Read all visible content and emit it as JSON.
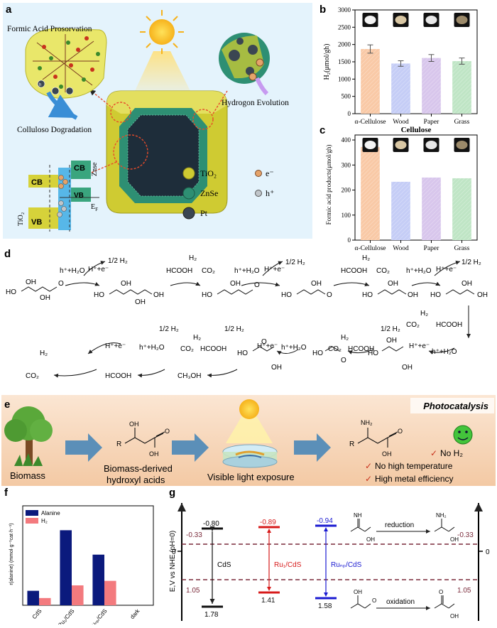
{
  "panel_a": {
    "label": "a",
    "formic_text": "Formic Acid Prosorvation",
    "colluloso_text": "Colluloso Dogradation",
    "hydrogen_text": "Hydrogon Evolution",
    "band_cb_left": "CB",
    "band_vb_left": "VB",
    "band_cb_right": "CB",
    "band_vb_right": "VB",
    "tio2_side": "TiO₂",
    "znse_side": "Znse",
    "ef": "E",
    "ef_sub": "F",
    "h_letter": "h",
    "legend": {
      "tio2": "TiO₂",
      "znse": "ZnSe",
      "pt": "Pt",
      "electron": "e⁻",
      "hole": "h⁺"
    },
    "colors": {
      "sky": "#dff0fb",
      "tio2": "#c8c43a",
      "znse": "#2f9a7a",
      "pt": "#3b4652"
    }
  },
  "chart_b": {
    "label": "b",
    "type": "bar",
    "categories": [
      "α-Cellulose",
      "Wood",
      "Paper",
      "Grass"
    ],
    "values": [
      1870,
      1450,
      1610,
      1520
    ],
    "errors": [
      120,
      80,
      100,
      90
    ],
    "ylabel": "H₂(μmol/gh)",
    "xlabel": "Cellulose",
    "ylim": [
      0,
      3000
    ],
    "ticks": [
      "0",
      "500",
      "1000",
      "1500",
      "2000",
      "2500",
      "3000"
    ],
    "colors": [
      "#f9c9a6",
      "#c5cdf6",
      "#d8c6ec",
      "#bfe5c5"
    ]
  },
  "chart_c": {
    "label": "c",
    "type": "bar",
    "categories": [
      "α-Cellulose",
      "Wood",
      "Paper",
      "Grass"
    ],
    "values": [
      372,
      233,
      250,
      247
    ],
    "ylabel": "Formic acid products(μmol/gh)",
    "ylim": [
      0,
      420
    ],
    "ticks": [
      "0",
      "100",
      "200",
      "300",
      "400"
    ],
    "colors": [
      "#f9c9a6",
      "#c5cdf6",
      "#d8c6ec",
      "#bfe5c5"
    ]
  },
  "panel_d": {
    "label": "d",
    "half_h2": "1/2 H₂",
    "h2": "H₂",
    "hplus_h2o": "h⁺+H₂O",
    "hplus_e": "H⁺+e⁻",
    "hcooh": "HCOOH",
    "co2": "CO₂",
    "ch3oh": "CH₃OH",
    "ho": "HO",
    "oh": "OH",
    "o": "O"
  },
  "panel_e": {
    "label": "e",
    "banner": "Photocatalysis",
    "biomass": "Biomass",
    "derived_line1": "Biomass-derived",
    "derived_line2": "hydroxyl acids",
    "visible": "Visible light exposure",
    "check1": "No H₂",
    "check2": "No high temperature",
    "check3": "High metal efficiency",
    "r": "R",
    "oh": "OH",
    "o": "O",
    "nh2": "NH₂"
  },
  "chart_f": {
    "label": "f",
    "type": "bar",
    "categories": [
      "CdS",
      "Ru₁/CdS",
      "Ruₙₚ/CdS",
      "dark"
    ],
    "series": [
      {
        "name": "Alanine",
        "values": [
          8,
          41.5,
          28,
          0
        ]
      },
      {
        "name": "H₂",
        "values": [
          4,
          11,
          13.5,
          0
        ]
      }
    ],
    "ylabel": "r(alanine) (mmol·g⁻¹cat·h⁻¹)",
    "ylim": [
      0,
      55
    ],
    "colors": [
      "#0b1a7d",
      "#f37a7e"
    ]
  },
  "panel_g": {
    "label": "g",
    "ylabel": "E,V vs NHE (pH=0)",
    "zero_left": "0",
    "zero_right": "0",
    "red_level_left": "-0.33",
    "red_level_right": "-0.33",
    "ox_level_left": "1.05",
    "ox_level_right": "1.05",
    "cds_cb": "-0.80",
    "cds_vb": "1.78",
    "cds_name": "CdS",
    "ru1_cb": "-0.89",
    "ru1_vb": "1.41",
    "ru1_name": "Ru₁/CdS",
    "runp_cb": "-0.94",
    "runp_vb": "1.58",
    "runp_name": "Ruₙₚ/CdS",
    "reduction": "reduction",
    "oxidation": "oxidation",
    "nh": "NH",
    "nh2": "NH₂",
    "oh": "OH",
    "o": "O",
    "colors": {
      "cds": "#111111",
      "ru1": "#d71a1a",
      "runp": "#1a1ad1",
      "dash": "#7a2a3a"
    }
  }
}
